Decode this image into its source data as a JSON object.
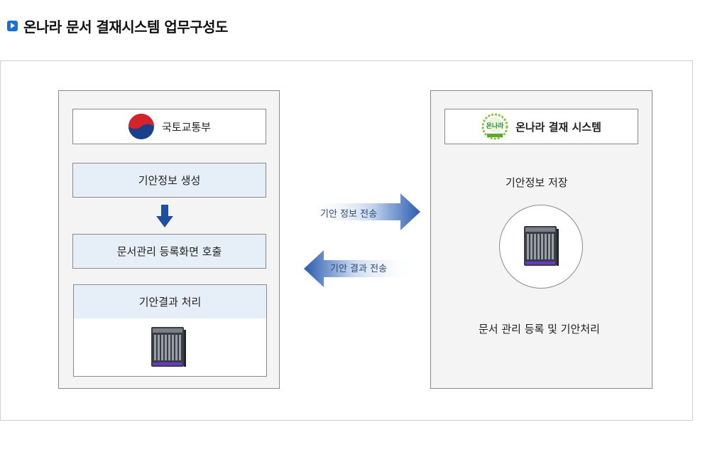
{
  "header": {
    "title": "온나라 문서 결재시스템 업무구성도"
  },
  "left_panel": {
    "logo_label": "국토교통부",
    "step1": "기안정보 생성",
    "step2": "문서관리 등록화면 호출",
    "step3": "기안결과 처리"
  },
  "right_panel": {
    "logo_label": "온나라 결재 시스템",
    "logo_mark_text": "온나라",
    "storage_label": "기안정보 저장",
    "process_label": "문서 관리 등록 및 기안처리"
  },
  "flows": {
    "send_info": "기안 정보 전송",
    "send_result": "기안 결과 전송"
  },
  "colors": {
    "accent": "#1f6fcf",
    "box_blue": "#e6eef7",
    "arrow_dark": "#1f4fa0",
    "panel_bg": "#f4f4f4"
  },
  "icons": [
    "play-icon",
    "government-emblem-icon",
    "onnara-logo-icon",
    "arrow-down-icon",
    "arrow-right-icon",
    "arrow-left-icon",
    "server-icon"
  ]
}
